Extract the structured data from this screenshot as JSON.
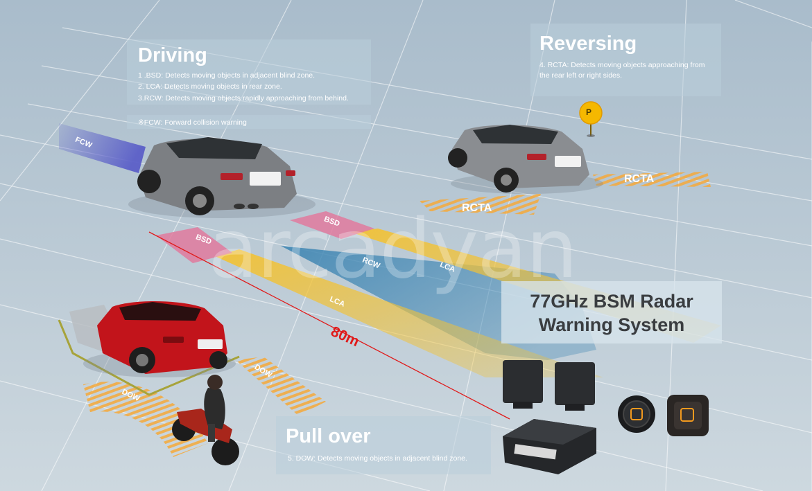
{
  "driving": {
    "title": "Driving",
    "lines": [
      "1 .BSD: Detects moving objects in adjacent blind zone.",
      "2. LCA: Detects moving objects in rear zone.",
      "3.RCW: Detects moving objects rapidly approaching from behind."
    ],
    "note": "※FCW: Forward collision warning"
  },
  "reversing": {
    "title": "Reversing",
    "lines": [
      "4. RCTA: Detects moving objects approaching from",
      "the rear  left or right sides."
    ]
  },
  "pullover": {
    "title": "Pull over",
    "line": "5. DOW: Detects moving objects in adjacent blind zone."
  },
  "product": {
    "line1": "77GHz BSM  Radar",
    "line2": "Warning System"
  },
  "zones": {
    "fcw": "FCW",
    "bsd_left": "BSD",
    "bsd_right": "BSD",
    "rcw": "RCW",
    "lca_left": "LCA",
    "lca_right": "LCA",
    "rcta_left": "RCTA",
    "rcta_right": "RCTA",
    "dow_left": "DOW",
    "dow_right": "DOW"
  },
  "distance": "80m",
  "parking_marker": "P",
  "watermark": "arcadyan",
  "colors": {
    "bsd": "#e07a9e",
    "lca": "#f2c236",
    "rcw": "#4a8fb8",
    "fcw": "#5b5fc8",
    "rcta": "#f5a93a",
    "dow": "#f5a93a",
    "distance": "#e01a1a",
    "parking": "#f5b800"
  }
}
